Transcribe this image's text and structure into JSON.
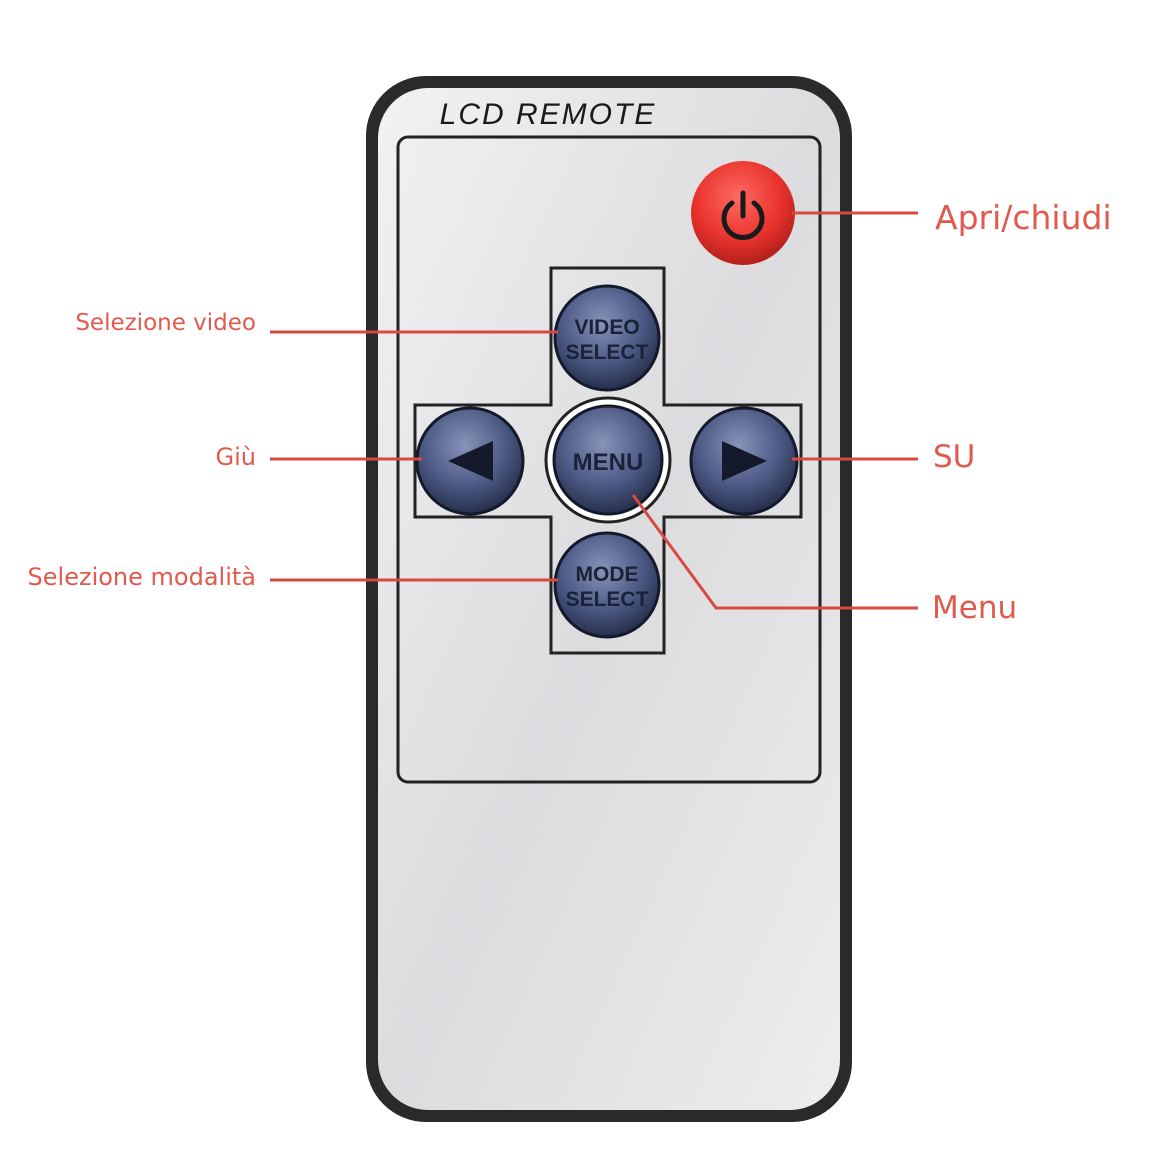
{
  "remote": {
    "header_label": "LCD REMOTE",
    "buttons": {
      "video_select": [
        "VIDEO",
        "SELECT"
      ],
      "menu": "MENU",
      "mode_select": [
        "MODE",
        "SELECT"
      ]
    }
  },
  "callouts": {
    "power": "Apri/chiudi",
    "video_select": "Selezione video",
    "left": "Giù",
    "right": "SU",
    "mode_select": "Selezione modalità",
    "menu": "Menu"
  },
  "colors": {
    "callout": "#e05a4e",
    "callout_line": "#d64b3f",
    "power_button": "#e8322c",
    "nav_button": "#3e4b72",
    "remote_body": "#2a2a2a",
    "remote_face": "#e6e6e8"
  }
}
